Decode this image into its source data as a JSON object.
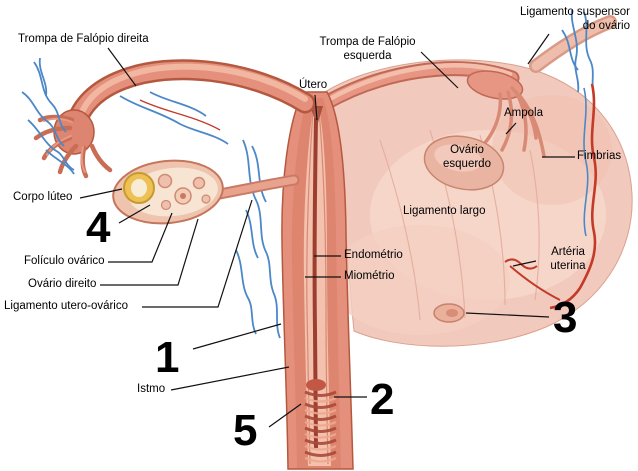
{
  "figure": {
    "labels": {
      "trompa_direita": "Trompa de Falópio direita",
      "ligamento_suspensor": "Ligamento suspensor\ndo ovário",
      "trompa_esquerda": "Trompa de Falópio\nesquerda",
      "utero": "Útero",
      "ampola": "Ampola",
      "ovario_esquerdo": "Ovário\nesquerdo",
      "fimbrias": "Fimbrias",
      "ligamento_largo": "Ligamento largo",
      "corpo_luteo": "Corpo lúteo",
      "foliculo_ovarico": "Folículo ovárico",
      "ovario_direito": "Ovário direito",
      "ligamento_utero_ovarico": "Ligamento utero-ovárico",
      "endometrio": "Endométrio",
      "miometrio": "Miométrio",
      "arteria_uterina": "Artéria\nuterina",
      "istmo": "Istmo"
    },
    "numbers": {
      "n1": "1",
      "n2": "2",
      "n3": "3",
      "n4": "4",
      "n5": "5"
    },
    "colors": {
      "tissue_light": "#f2c9bd",
      "tissue_medium": "#e5907c",
      "tissue_dark": "#b4593f",
      "endometrium": "#f3c1ad",
      "corpus_luteum": "#eec155",
      "vessel_blue": "#4c88c7",
      "artery_red": "#c33a28",
      "label_text": "#000000"
    }
  }
}
